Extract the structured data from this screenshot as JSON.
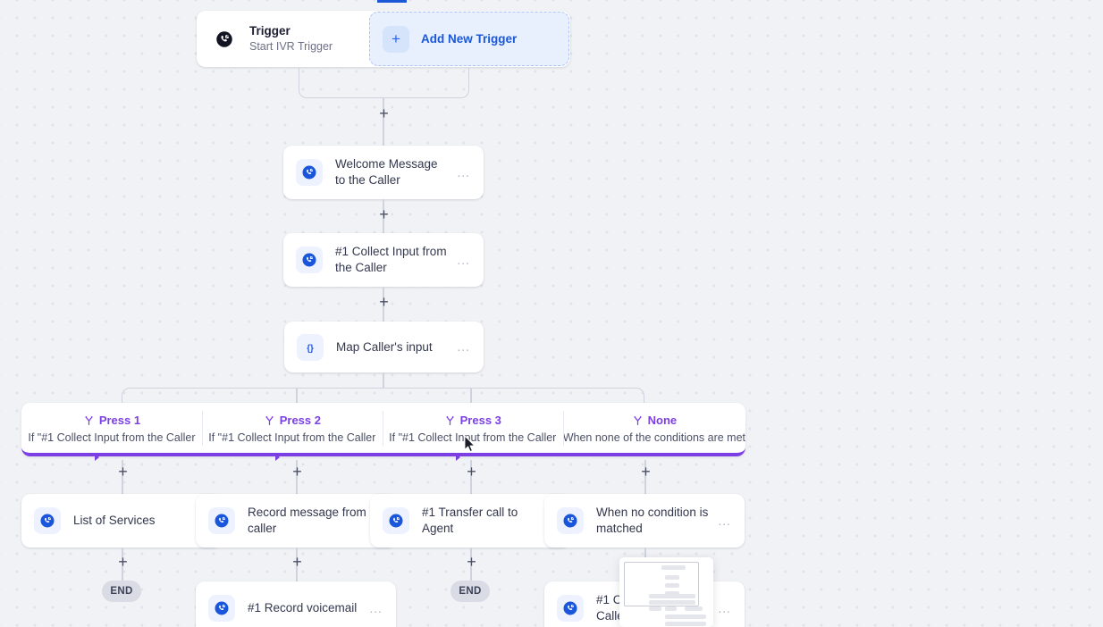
{
  "canvas": {
    "background_color": "#f1f2f6",
    "dot_color": "#e0e2ea",
    "accent_purple": "#7b3fe4",
    "accent_blue": "#1a58d6"
  },
  "trigger": {
    "icon": "phone-circle-icon",
    "title": "Trigger",
    "subtitle": "Start IVR Trigger",
    "add_button": {
      "icon": "plus-icon",
      "label": "Add New Trigger"
    }
  },
  "nodes": [
    {
      "id": "welcome",
      "icon": "phone-icon",
      "label": "Welcome Message to the Caller",
      "menu": "…"
    },
    {
      "id": "collect1",
      "icon": "phone-icon",
      "label": "#1 Collect Input from the Caller",
      "menu": "…"
    },
    {
      "id": "map",
      "icon": "braces-icon",
      "label": "Map Caller's input",
      "menu": "…"
    }
  ],
  "branches": [
    {
      "icon": "branch-icon",
      "name": "Press 1",
      "description": "If \"#1 Collect Input from the Caller"
    },
    {
      "icon": "branch-icon",
      "name": "Press 2",
      "description": "If \"#1 Collect Input from the Caller"
    },
    {
      "icon": "branch-icon",
      "name": "Press 3",
      "description": "If \"#1 Collect Input from the Caller"
    },
    {
      "icon": "branch-icon",
      "name": "None",
      "description": "When none of the conditions are met"
    }
  ],
  "branch_nodes": [
    {
      "id": "list-of-services",
      "icon": "phone-icon",
      "label": "List of Services",
      "menu": ""
    },
    {
      "id": "record-message",
      "icon": "phone-icon",
      "label": "Record message from caller",
      "menu": ""
    },
    {
      "id": "transfer-to-agent",
      "icon": "phone-icon",
      "label": "#1 Transfer call to Agent",
      "menu": ""
    },
    {
      "id": "no-condition",
      "icon": "phone-icon",
      "label": "When no condition is matched",
      "menu": "…"
    }
  ],
  "leaf_nodes": [
    {
      "id": "record-voicemail",
      "icon": "phone-icon",
      "label": "#1 Record voicemail",
      "menu": "…"
    },
    {
      "id": "collect-partial",
      "icon": "phone-icon",
      "label": "#1 Co\nCaller",
      "menu": "…"
    }
  ],
  "end_badges": [
    {
      "id": "end-1",
      "label": "END"
    },
    {
      "id": "end-2",
      "label": "END"
    }
  ],
  "add_steps": {
    "label": "+"
  }
}
